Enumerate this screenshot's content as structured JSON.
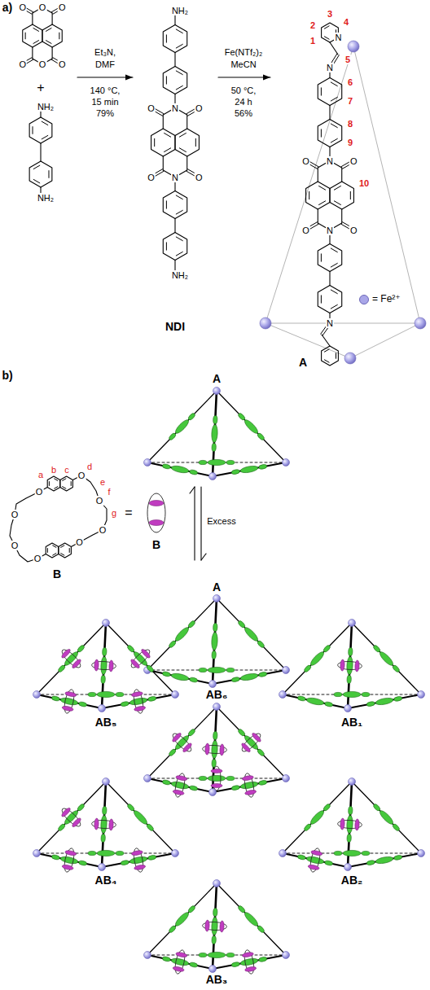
{
  "diagram": {
    "labels": [
      "a)",
      "O",
      "O",
      "O",
      "O",
      "O",
      "O",
      "+",
      "NH₂",
      "NH₂",
      "Et₃N,",
      "DMF",
      "140 °C,",
      "15 min",
      "79%",
      "NH₂",
      "O",
      "N",
      "O",
      "O",
      "N",
      "O",
      "NH₂",
      "NDI",
      "Fe(NTf₂)₂",
      "MeCN",
      "50 °C,",
      "24 h",
      "56%",
      "N",
      "N",
      "O",
      "N",
      "O",
      "O",
      "N",
      "O",
      "N",
      "1",
      "2",
      "3",
      "4",
      "5",
      "6",
      "7",
      "8",
      "9",
      "10",
      "A",
      "b)",
      "A",
      "O",
      "O",
      "O",
      "O",
      "O",
      "O",
      "O",
      "O",
      "a",
      "b",
      "c",
      "d",
      "e",
      "f",
      "g",
      "B",
      "=",
      "B",
      "Excess",
      "A",
      "AB₅",
      "AB₆",
      "AB₁",
      "AB₄",
      "AB₃",
      "AB₂"
    ],
    "legend": [
      {
        "text": "= Fe²⁺",
        "color": "#a9a6e8"
      }
    ]
  }
}
